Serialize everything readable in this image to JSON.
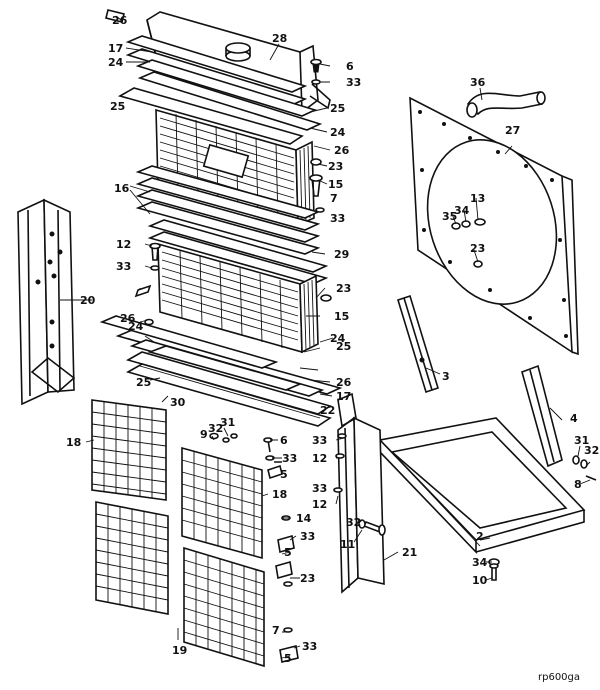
{
  "figure_code": "rp600ga",
  "callouts": [
    "26",
    "17",
    "24",
    "28",
    "6",
    "33",
    "25",
    "36",
    "27",
    "25",
    "24",
    "26",
    "23",
    "15",
    "16",
    "7",
    "33",
    "13",
    "34",
    "35",
    "12",
    "29",
    "33",
    "23",
    "20",
    "26",
    "24",
    "23",
    "15",
    "25",
    "24",
    "22",
    "26",
    "17",
    "25",
    "30",
    "3",
    "4",
    "18",
    "31",
    "32",
    "9",
    "6",
    "33",
    "33",
    "12",
    "31",
    "32",
    "5",
    "33",
    "8",
    "12",
    "18",
    "14",
    "33",
    "32",
    "5",
    "11",
    "21",
    "2",
    "23",
    "34",
    "10",
    "19",
    "7",
    "33",
    "5"
  ],
  "colors": {
    "ink": "#111111",
    "paper": "#ffffff"
  }
}
